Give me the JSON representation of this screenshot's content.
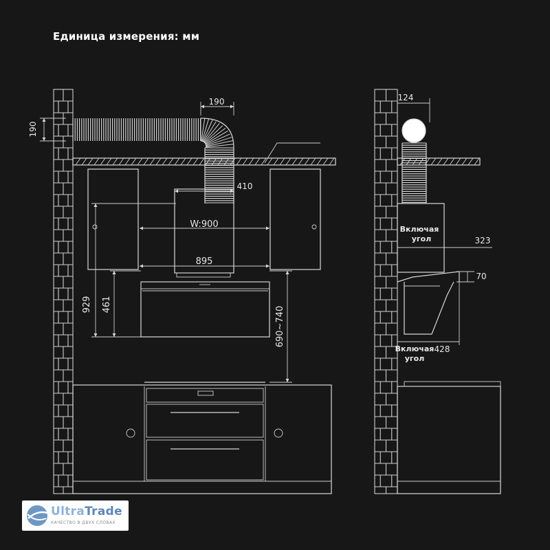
{
  "header": {
    "units_label": "Единица измерения: мм"
  },
  "dimensions": {
    "duct_height": "190",
    "duct_offset": "190",
    "duct_to_hood": "410",
    "hood_width": "W:900",
    "hood_inner_width": "895",
    "hood_height_total": "929",
    "hood_body_height": "461",
    "install_height": "690~740",
    "side_duct_diameter": "124",
    "side_depth": "323",
    "side_visor": "70",
    "side_bottom_depth": "428"
  },
  "notes": {
    "including_corner_1_line1": "Включая",
    "including_corner_1_line2": "угол",
    "including_corner_2_line1": "Включая",
    "including_corner_2_line2": "угол"
  },
  "watermark": {
    "brand_part1": "Ultra",
    "brand_part2": "Trade",
    "tagline": "КАЧЕСТВО В ДВУХ СЛОВАХ"
  },
  "colors": {
    "background": "#171717",
    "line": "#d9d9d9",
    "logo_blue": "#5d87b8"
  }
}
